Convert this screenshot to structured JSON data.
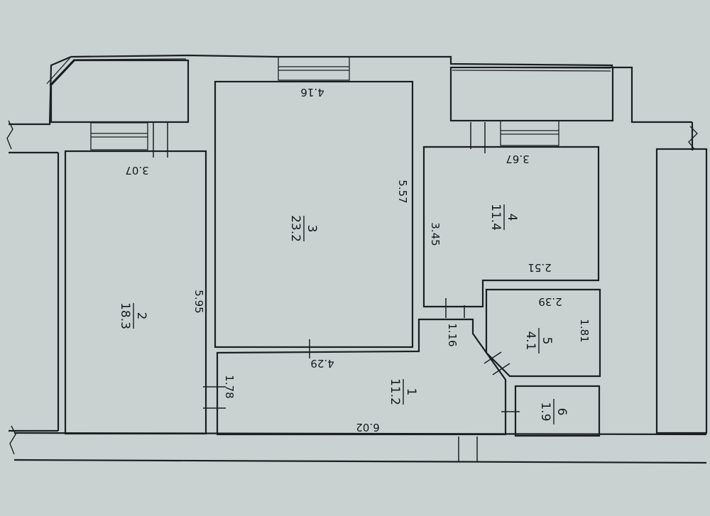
{
  "colors": {
    "paper": "#c9d2d1",
    "ink": "#1c1f22"
  },
  "rooms": [
    {
      "id": "room-1",
      "number": "1",
      "area": "11.2"
    },
    {
      "id": "room-2",
      "number": "2",
      "area": "18.3"
    },
    {
      "id": "room-3",
      "number": "3",
      "area": "23.2"
    },
    {
      "id": "room-4",
      "number": "4",
      "area": "11.4"
    },
    {
      "id": "room-5",
      "number": "5",
      "area": "4.1"
    },
    {
      "id": "room-6",
      "number": "6",
      "area": "1.9"
    }
  ],
  "dimensions": {
    "d_3_07": "3.07",
    "d_5_95": "5.95",
    "d_4_16": "4.16",
    "d_5_57": "5.57",
    "d_4_29": "4.29",
    "d_3_67": "3.67",
    "d_3_45": "3.45",
    "d_2_51": "2.51",
    "d_2_39": "2.39",
    "d_1_81": "1.81",
    "d_1_16": "1.16",
    "d_1_78": "1.78",
    "d_6_02": "6.02"
  }
}
